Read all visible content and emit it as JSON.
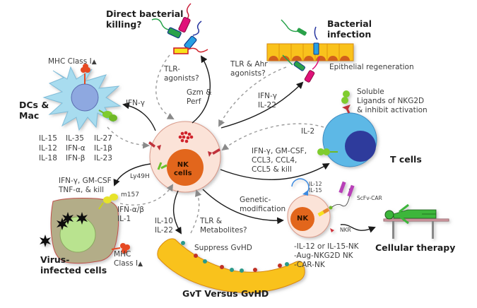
{
  "title": "NK cell functions diagram",
  "central_cell": {
    "label_line1": "NK",
    "label_line2": "cells"
  },
  "nodes": {
    "direct_killing": {
      "title_line1": "Direct bacterial",
      "title_line2": "killing?"
    },
    "bacterial_infection": {
      "title_line1": "Bacterial",
      "title_line2": "infection",
      "sublabel": "Epithelial regeneration"
    },
    "dcs_mac": {
      "title_line1": "DCs &",
      "title_line2": "Mac",
      "receptor": "MHC Class I",
      "receptor_trend": "▲"
    },
    "t_cells": {
      "title": "T cells",
      "soluble_line1": "Soluble",
      "soluble_line2": "Ligands of NKG2D",
      "soluble_line3": "& inhibit activation"
    },
    "virus_cells": {
      "title_line1": "Virus-",
      "title_line2": "infected cells",
      "receptor_line1": "MHC",
      "receptor_line2": "Class I",
      "receptor_trend": "▲",
      "ligand": "m157",
      "nk_receptor": "Ly49H"
    },
    "gvhd": {
      "title": "GvT Versus GvHD",
      "sublabel": "Suppress GvHD"
    },
    "cellular_therapy": {
      "title": "Cellular therapy",
      "nk_label": "NK",
      "loop_line1": "IL-12",
      "loop_line2": "IL-15",
      "car_label": "ScFv-CAR",
      "nkr_label": "NKR",
      "list": [
        "-IL-12 or IL-15-NK",
        "-Aug-NKG2D NK",
        "-CAR-NK"
      ]
    }
  },
  "edge_labels": {
    "tlr_agonists": [
      "TLR-",
      "agonists?"
    ],
    "gzm_perf": [
      "Gzm &",
      "Perf"
    ],
    "tlr_ahr": [
      "TLR & Ahr",
      "agonists?"
    ],
    "ifn_il22": [
      "IFN-γ",
      "IL-22"
    ],
    "ifn_gamma_dc": "IFN-γ",
    "il2": "IL-2",
    "t_cell_outputs": [
      "IFN-γ, GM-CSF,",
      "CCL3, CCL4,",
      "CCL5 & kill"
    ],
    "virus_outputs": [
      "IFN-γ, GM-CSF",
      "TNF-α, & kill"
    ],
    "ifn_ab": [
      "IFN-α/β",
      "IL-1"
    ],
    "il10_22": [
      "IL-10",
      "IL-22"
    ],
    "tlr_metabolites": [
      "TLR &",
      "Metabolites?"
    ],
    "genetic_mod": [
      "Genetic-",
      "modification"
    ]
  },
  "cytokines": [
    [
      "IL-15",
      "IL-35",
      "IL-27"
    ],
    [
      "IL-12",
      "IFN-α",
      "IL-1β"
    ],
    [
      "IL-18",
      "IFN-β",
      "IL-23"
    ]
  ],
  "colors": {
    "nk_outer": "#fbe3d8",
    "nk_nucleus": "#e2661e",
    "dc_body": "#a8dcef",
    "dc_nucleus": "#8ea8e0",
    "t_cell": "#5db8e6",
    "t_nucleus": "#2e3a9c",
    "virus_cell": "#b3ad88",
    "virus_nucleus": "#b9e38f",
    "epithelium": "#f9c21b",
    "patient": "#3cb63a"
  }
}
